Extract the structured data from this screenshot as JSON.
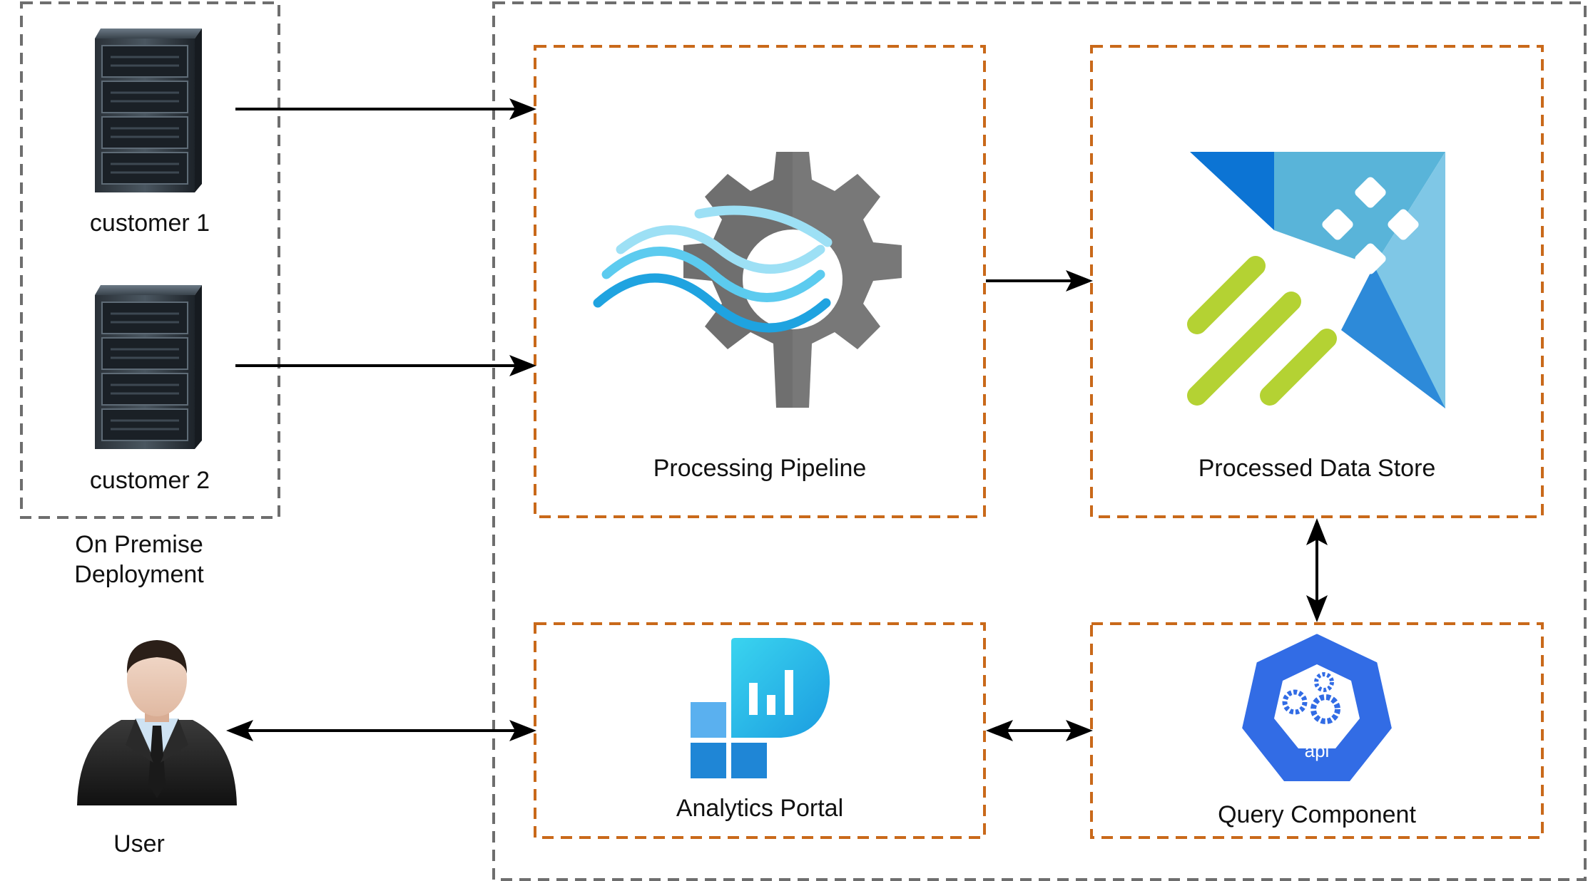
{
  "labels": {
    "customer1": "customer 1",
    "customer2": "customer 2",
    "on_premise_line1": "On Premise",
    "on_premise_line2": "Deployment",
    "user": "User",
    "processing_pipeline": "Processing Pipeline",
    "processed_data_store": "Processed Data Store",
    "analytics_portal": "Analytics Portal",
    "query_component": "Query Component",
    "api": "api"
  },
  "colors": {
    "outer_border": "#6e6e6e",
    "component_border": "#c9691a",
    "arrow": "#000000"
  },
  "icons": {
    "customer1": "server-rack-icon",
    "customer2": "server-rack-icon",
    "user": "businessman-icon",
    "processing_pipeline": "stream-analytics-gear-icon",
    "processed_data_store": "data-explorer-icon",
    "analytics_portal": "analytics-dashboard-icon",
    "query_component": "kubernetes-api-icon"
  }
}
